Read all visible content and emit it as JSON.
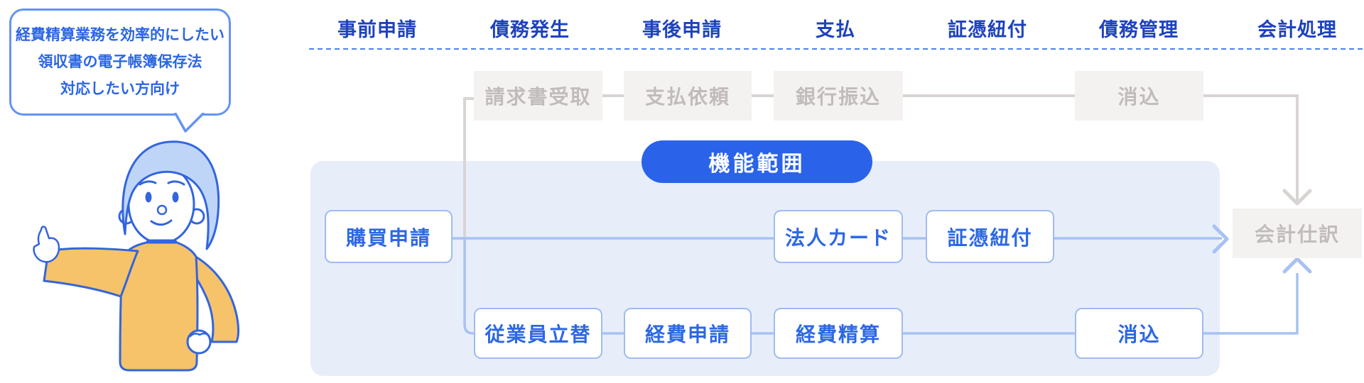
{
  "speech_bubble": {
    "lines": [
      "経費精算業務を効率的にしたい",
      "領収書の電子帳簿保存法",
      "対応したい方向け"
    ]
  },
  "stages": [
    "事前申請",
    "債務発生",
    "事後申請",
    "支払",
    "証憑紐付",
    "債務管理",
    "会計処理"
  ],
  "scope_pill": {
    "label": "機能範囲"
  },
  "flow": {
    "top_row": [
      "請求書受取",
      "支払依頼",
      "銀行振込",
      "消込"
    ],
    "mid_row": [
      "購買申請",
      "法人カード",
      "証憑紐付"
    ],
    "bottom_row": [
      "従業員立替",
      "経費申請",
      "経費精算",
      "消込"
    ],
    "result": "会計仕訳"
  },
  "arrows": {
    "into_result_top": "chevron-down",
    "into_result_left": "chevron-right",
    "into_result_bottom": "chevron-up"
  },
  "colors": {
    "stage_header_text": "#1d42bc",
    "dashed_divider": "#4d82ec",
    "scope_pill_bg": "#2a63e9",
    "scope_pill_text": "#ffffff",
    "scope_panel_bg": "#e7eefa",
    "in_scope_box_text": "#2d68e3",
    "in_scope_box_border": "#9fbbf0",
    "in_scope_line": "#a7c2f3",
    "out_of_scope_box_bg": "#f4f2f1",
    "out_of_scope_box_text": "#c1bcbb",
    "out_of_scope_line": "#d9d4d2",
    "bubble_border": "#6494f3",
    "bubble_text": "#2c66e4",
    "illustration_outline": "#3365dd",
    "illustration_hair": "#bed5f8",
    "illustration_sweater": "#f6c36a"
  }
}
